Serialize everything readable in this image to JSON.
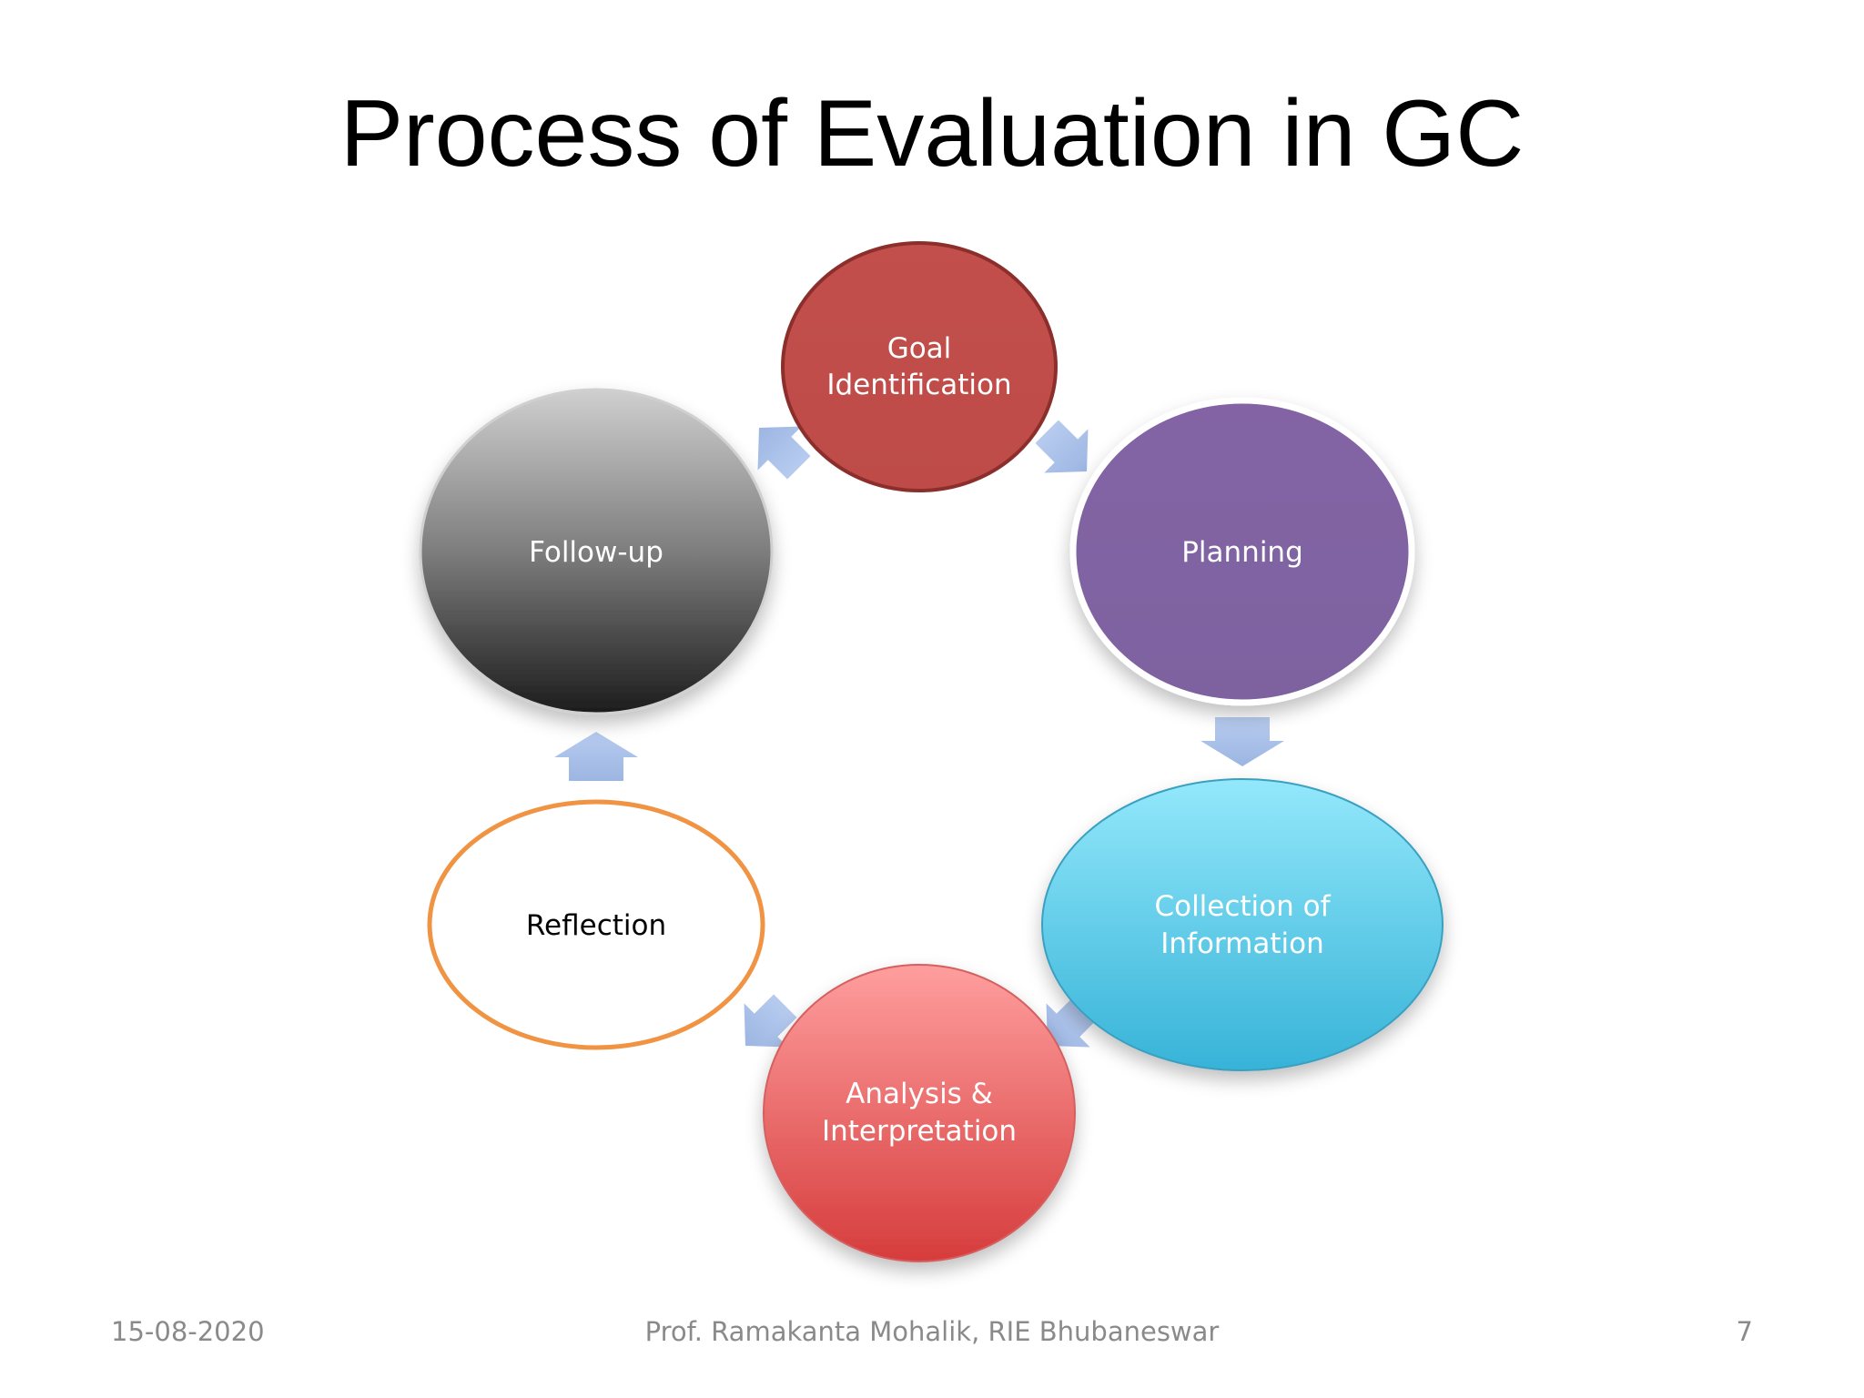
{
  "slide": {
    "title": "Process of Evaluation in GC"
  },
  "nodes": [
    {
      "id": "goal",
      "lines": [
        "Goal",
        "Identification"
      ],
      "fill": "#c0504d",
      "stroke": "#8c2f2c",
      "text_color": "#ffffff"
    },
    {
      "id": "planning",
      "lines": [
        "Planning"
      ],
      "fill": "#8064a2",
      "stroke": "#ffffff",
      "text_color": "#ffffff"
    },
    {
      "id": "collection",
      "lines": [
        "Collection of",
        "Information"
      ],
      "fill": "#4bacc6",
      "stroke": "#2e8aa3",
      "text_color": "#ffffff"
    },
    {
      "id": "analysis",
      "lines": [
        "Analysis &",
        "Interpretation"
      ],
      "fill": "#e05858",
      "stroke": "#c03a3a",
      "text_color": "#ffffff"
    },
    {
      "id": "reflection",
      "lines": [
        "Reflection"
      ],
      "fill": "#ffffff",
      "stroke": "#f09444",
      "text_color": "#000000"
    },
    {
      "id": "followup",
      "lines": [
        "Follow-up"
      ],
      "fill": "#6a6a6a",
      "stroke": "#bbbbbb",
      "text_color": "#ffffff"
    }
  ],
  "arrow_color": "#a9c0e6",
  "footer": {
    "date": "15-08-2020",
    "author": "Prof. Ramakanta Mohalik, RIE Bhubaneswar",
    "page": "7"
  }
}
